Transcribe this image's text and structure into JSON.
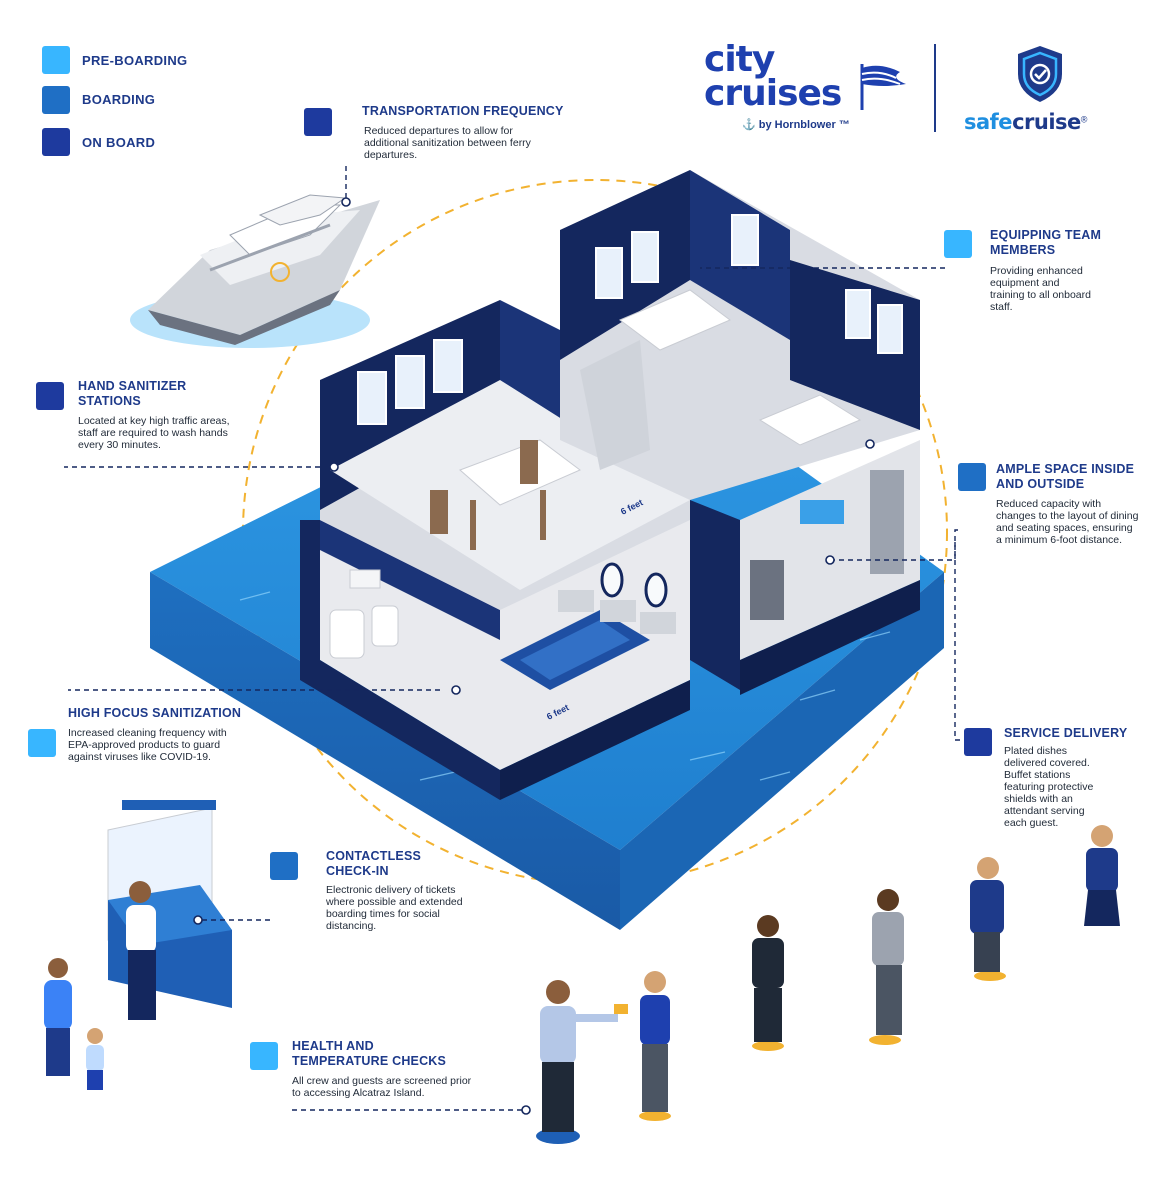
{
  "legend": [
    {
      "label": "PRE-BOARDING",
      "color": "#38b6ff"
    },
    {
      "label": "BOARDING",
      "color": "#1f6fc5"
    },
    {
      "label": "ON BOARD",
      "color": "#1e3a9e"
    }
  ],
  "brand": {
    "city_line1": "city",
    "city_line2": "cruises",
    "byline": "⚓ by Hornblower ™",
    "safe": "safe",
    "cruise": "cruise",
    "reg": "®"
  },
  "sections": {
    "transportation": {
      "title": "TRANSPORTATION FREQUENCY",
      "desc": "Reduced departures to allow for additional sanitization between ferry departures."
    },
    "equipping": {
      "title": "EQUIPPING TEAM MEMBERS",
      "desc": "Providing enhanced equipment and training to all onboard staff."
    },
    "hand_sanitizer": {
      "title": "HAND SANITIZER STATIONS",
      "desc": "Located at key high traffic areas, staff are required to wash hands every 30 minutes."
    },
    "ample_space": {
      "title": "AMPLE SPACE INSIDE AND OUTSIDE",
      "desc": "Reduced capacity with changes to the layout of dining and seating spaces, ensuring a minimum 6-foot distance."
    },
    "high_focus": {
      "title": "HIGH FOCUS SANITIZATION",
      "desc": "Increased cleaning frequency with EPA-approved products to guard against viruses like COVID-19."
    },
    "service_delivery": {
      "title": "SERVICE DELIVERY",
      "desc": "Plated dishes delivered covered. Buffet stations featuring protective shields with an attendant serving each guest."
    },
    "contactless": {
      "title": "CONTACTLESS CHECK-IN",
      "desc": "Electronic delivery of tickets where possible and extended boarding times for social distancing."
    },
    "health": {
      "title": "HEALTH AND TEMPERATURE CHECKS",
      "desc": "All crew and guests are screened prior to accessing Alcatraz Island."
    }
  },
  "distance_label_1": "6 feet",
  "distance_label_2": "6 feet",
  "colors": {
    "navy": "#14275e",
    "water": "#2b8fd8",
    "water_light": "#7cc8f3",
    "accent_yellow": "#f2b230",
    "floor": "#e5e7eb"
  }
}
